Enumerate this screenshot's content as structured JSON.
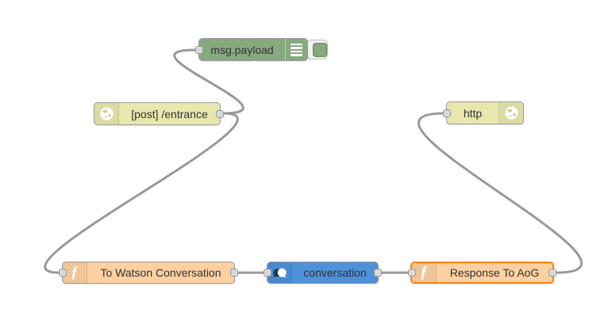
{
  "canvas": {
    "background": "#ffffff"
  },
  "nodes": {
    "debug": {
      "label": "msg.payload",
      "color": "#87a980",
      "icon": "debug-list-icon",
      "has_toggle": true
    },
    "http_in": {
      "label": "[post] /entrance",
      "color": "#e7e7ae",
      "icon": "globe-icon"
    },
    "http_response": {
      "label": "http",
      "color": "#e7e7ae",
      "icon": "globe-icon"
    },
    "to_watson": {
      "label": "To Watson Conversation",
      "color": "#fdd0a2",
      "icon": "function-icon"
    },
    "conversation": {
      "label": "conversation",
      "color": "#4e91d9",
      "icon": "chat-bubbles-icon"
    },
    "response_to_aog": {
      "label": "Response To AoG",
      "color": "#fdd0a2",
      "icon": "function-icon",
      "selected": true,
      "selected_border": "#ff7f0e"
    }
  },
  "icons": {
    "function_glyph": "ƒ"
  },
  "wires": {
    "color": "#999999",
    "connections": [
      "[post] /entrance -> msg.payload",
      "[post] /entrance -> To Watson Conversation",
      "To Watson Conversation -> conversation",
      "conversation -> Response To AoG",
      "Response To AoG -> http"
    ]
  },
  "ports": {
    "fill": "#d9d9d9",
    "border": "#999999"
  }
}
